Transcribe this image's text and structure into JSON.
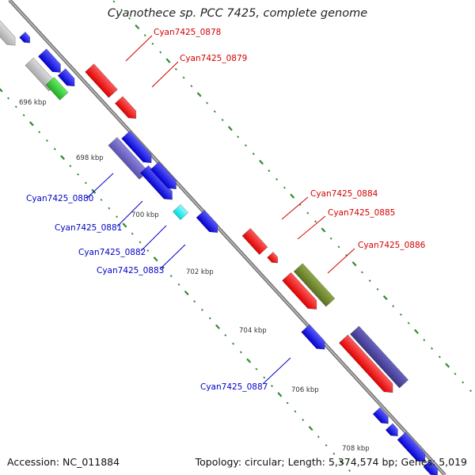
{
  "title": "Cyanothece sp. PCC 7425, complete genome",
  "footer": {
    "accession": "Accession: NC_011884",
    "summary": "Topology: circular; Length: 5,374,574 bp; Genes: 5,019"
  },
  "colors": {
    "backbone": "#808080",
    "label_upper": "#d40000",
    "label_lower": "#0000c8",
    "tick": "#2e8b2e",
    "ruler_text": "#333333"
  },
  "ruler": [
    {
      "label": "696 kbp"
    },
    {
      "label": "698 kbp"
    },
    {
      "label": "700 kbp"
    },
    {
      "label": "702 kbp"
    },
    {
      "label": "704 kbp"
    },
    {
      "label": "706 kbp"
    },
    {
      "label": "708 kbp"
    }
  ],
  "labels_upper": [
    {
      "id": "Cyan7425_0878"
    },
    {
      "id": "Cyan7425_0879"
    },
    {
      "id": "Cyan7425_0884"
    },
    {
      "id": "Cyan7425_0885"
    },
    {
      "id": "Cyan7425_0886"
    }
  ],
  "labels_lower": [
    {
      "id": "Cyan7425_0880"
    },
    {
      "id": "Cyan7425_0881"
    },
    {
      "id": "Cyan7425_0882"
    },
    {
      "id": "Cyan7425_0883"
    },
    {
      "id": "Cyan7425_0887"
    }
  ]
}
